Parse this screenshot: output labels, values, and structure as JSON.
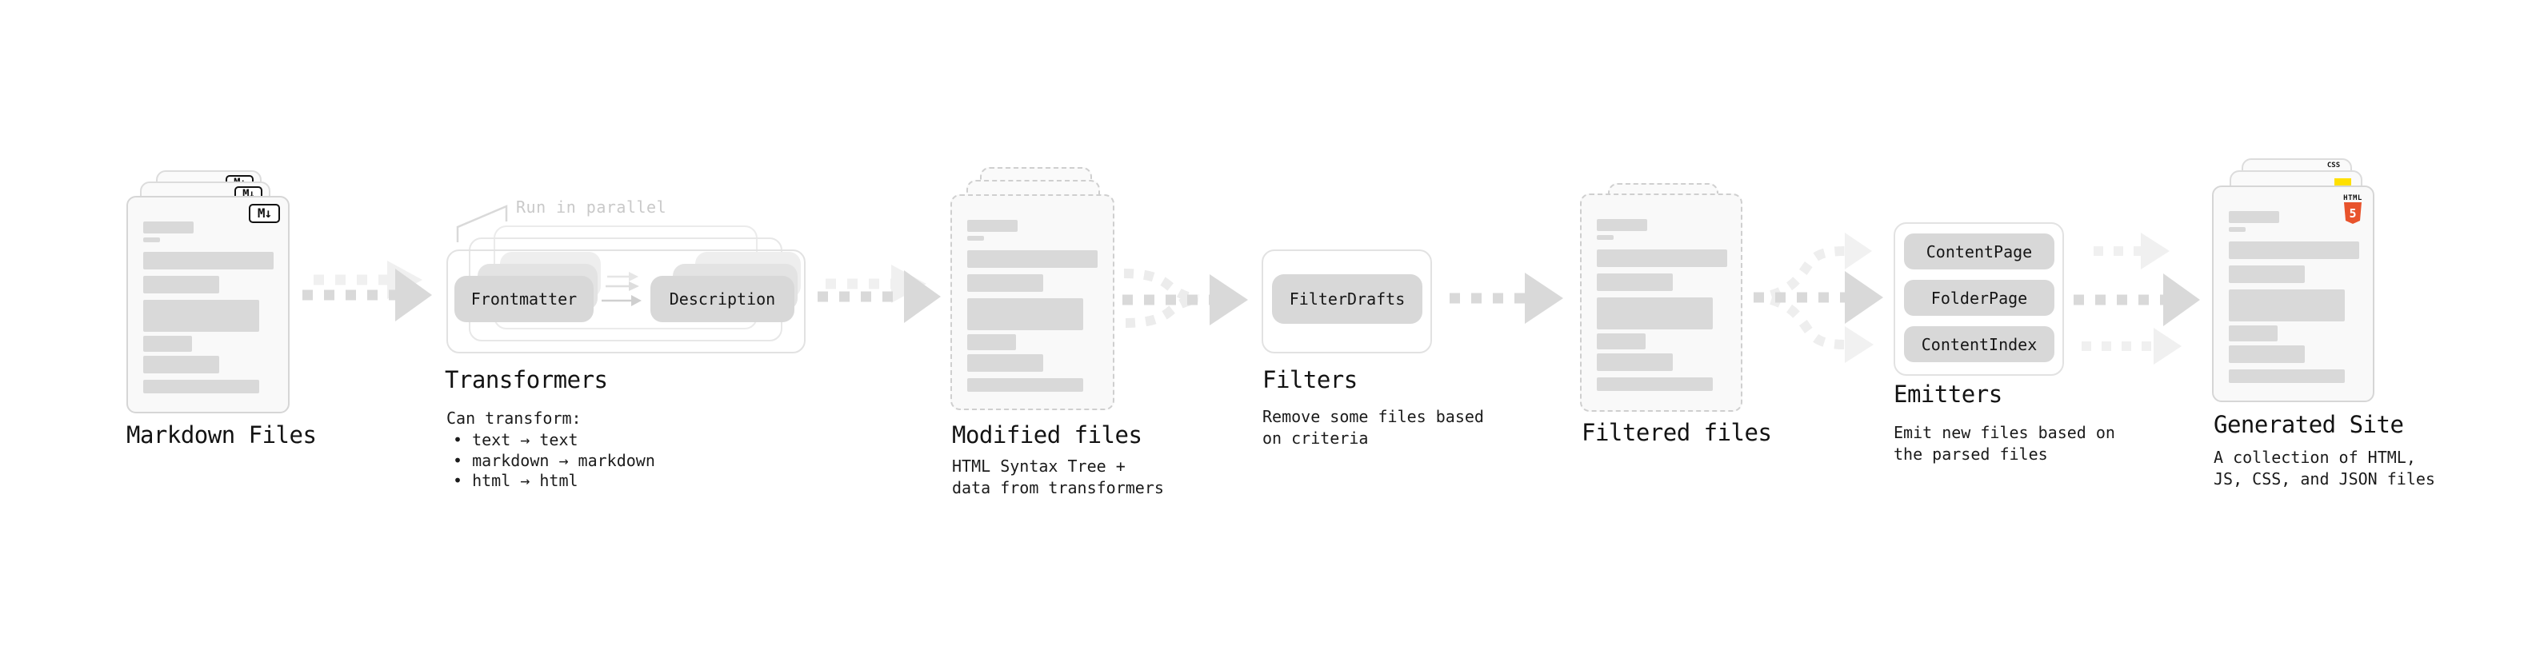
{
  "stages": {
    "markdown": {
      "title": "Markdown Files",
      "badge": "M↓"
    },
    "transformers": {
      "title": "Transformers",
      "annotation": "Run in parallel",
      "pills": {
        "left": "Frontmatter",
        "right": "Description"
      },
      "caption": "Can transform:",
      "bullets": [
        "• text → text",
        "• markdown → markdown",
        "• html → html"
      ]
    },
    "modified": {
      "title": "Modified files",
      "caption_line1": "HTML Syntax Tree +",
      "caption_line2": "data from transformers"
    },
    "filters": {
      "title": "Filters",
      "pill": "FilterDrafts",
      "caption_line1": "Remove some files based",
      "caption_line2": "on criteria"
    },
    "filtered": {
      "title": "Filtered files"
    },
    "emitters": {
      "title": "Emitters",
      "pills": [
        "ContentPage",
        "FolderPage",
        "ContentIndex"
      ],
      "caption_line1": "Emit new files based on",
      "caption_line2": "the parsed files"
    },
    "generated": {
      "title": "Generated Site",
      "caption_line1": "A collection of HTML,",
      "caption_line2": "JS, CSS, and JSON files",
      "badges": {
        "html_label": "HTML",
        "html_number": "5",
        "css": "CSS"
      }
    }
  },
  "colors": {
    "arrow_gray": "#d9d9d9",
    "arrow_light": "#f0f0f0",
    "pill_gray": "#d8d8d8",
    "skeleton_gray": "#d9d9d9",
    "card_bg": "#f9f9f9",
    "card_border": "#d6d6d6",
    "container_border": "#e2e2e2",
    "text_dark": "#161616",
    "annotation_gray": "#c9c9c9",
    "html5_orange": "#e8532c",
    "js_yellow": "#ffe000",
    "css_blue": "#2d5be3",
    "badge_border": "#111111"
  }
}
